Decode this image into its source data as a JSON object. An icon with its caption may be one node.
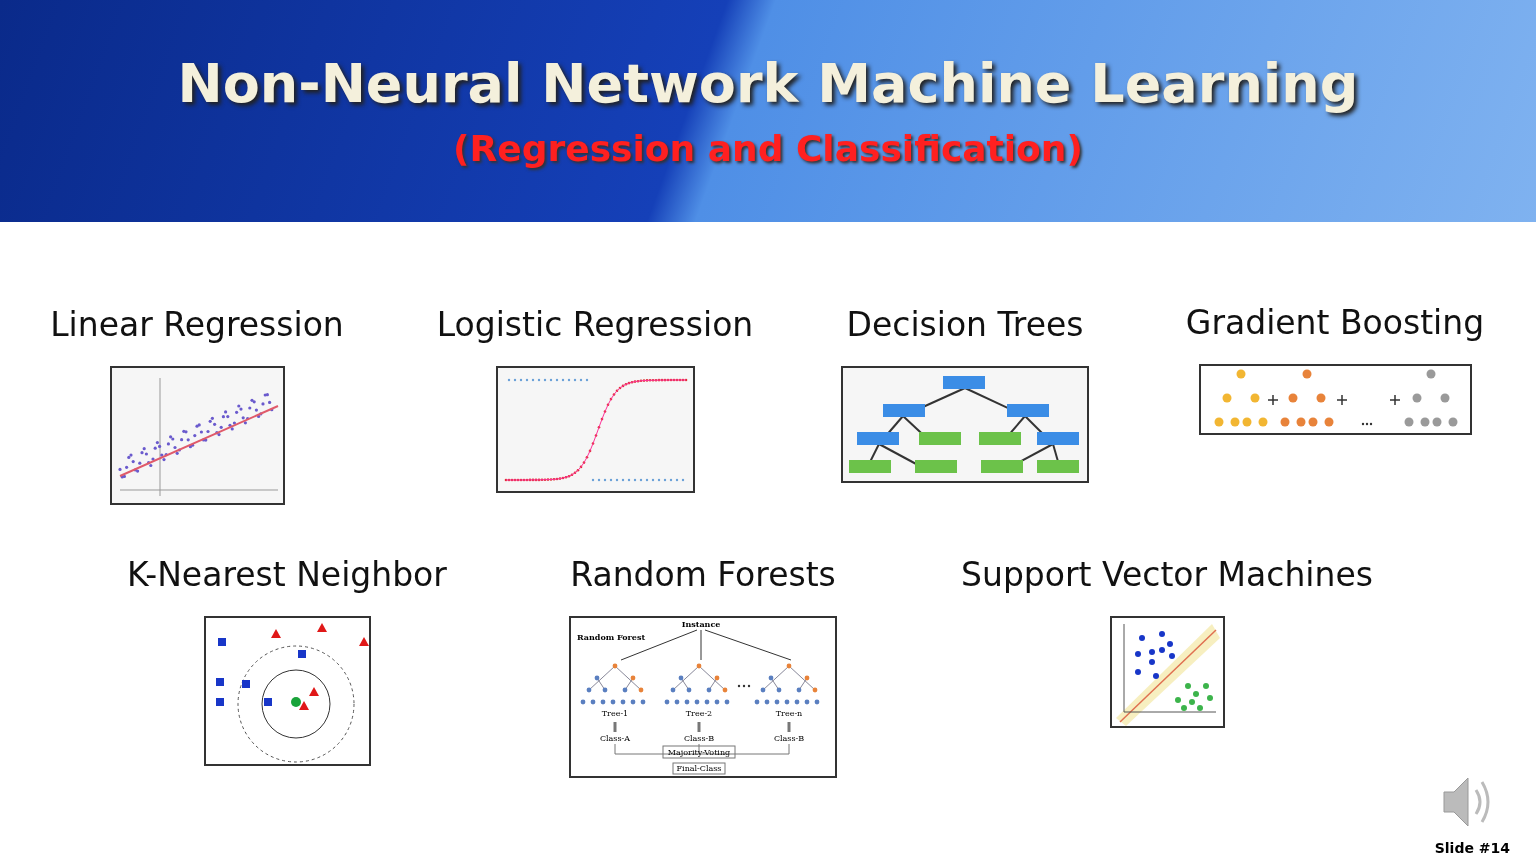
{
  "diagram": {
    "title": "Non-Neural Network Machine Learning",
    "nodes": [
      {
        "text": [
          "Linear Regression"
        ]
      },
      {
        "text": [
          "Logistic Regression"
        ]
      },
      {
        "text": [
          "Decision Trees"
        ]
      },
      {
        "text": [
          "Gradient Boosting"
        ]
      },
      {
        "text": [
          "K-Nearest Neighbor"
        ]
      },
      {
        "text": [
          "Random Forests"
        ]
      },
      {
        "text": [
          "Support Vector Machines"
        ]
      }
    ],
    "edges": [],
    "labels": [
      "(Regression and Classification)",
      "Instance",
      "Random Forest",
      "Tree-1",
      "Tree-2",
      "Tree-n",
      "Class-A",
      "Class-B",
      "Class-B",
      "Majority-Voting",
      "Final-Class",
      "Slide #14"
    ]
  }
}
